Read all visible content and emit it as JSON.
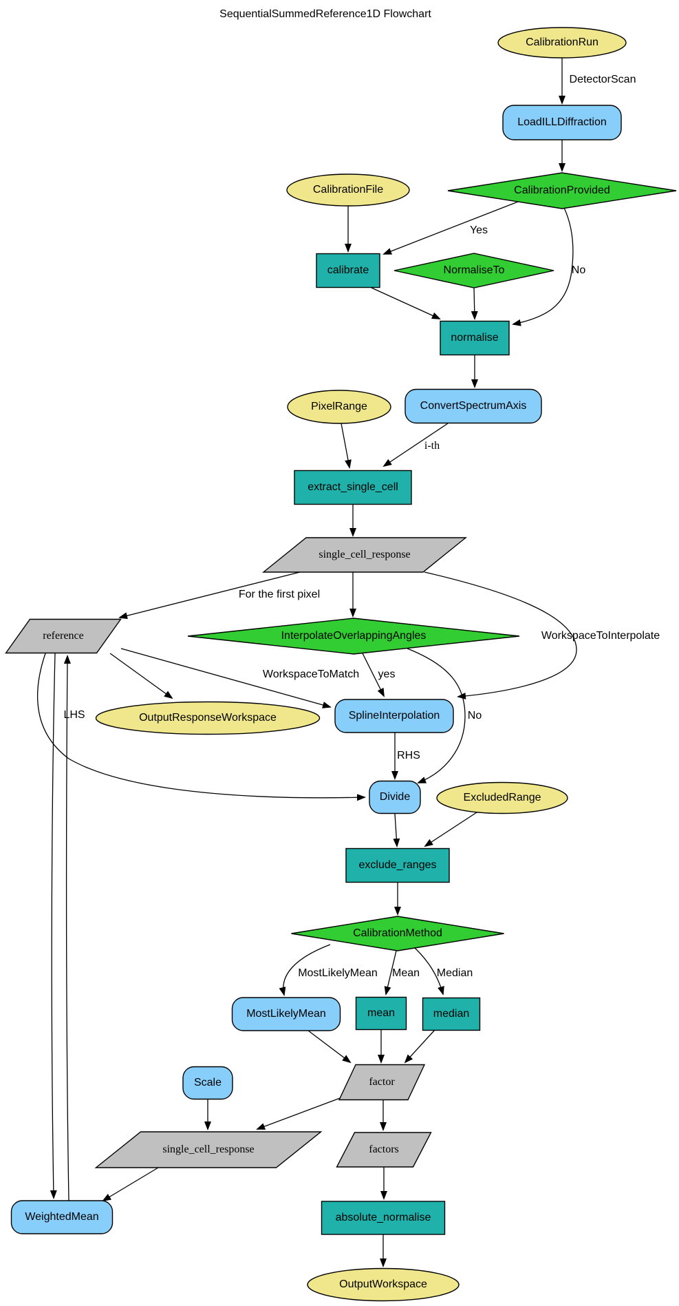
{
  "title": "SequentialSummedReference1D Flowchart",
  "colors": {
    "parameter_fill": "#F0E68C",
    "algorithm_fill": "#87CEFA",
    "decision_fill": "#32CD32",
    "process_fill": "#20B2AA",
    "data_fill": "#C0C0C0",
    "stroke": "#000000",
    "background": "#FFFFFF"
  },
  "nodes": [
    {
      "id": "calibration_run",
      "label": "CalibrationRun",
      "type": "parameter"
    },
    {
      "id": "load_ill_diffraction",
      "label": "LoadILLDiffraction",
      "type": "algorithm"
    },
    {
      "id": "calibration_provided",
      "label": "CalibrationProvided",
      "type": "decision"
    },
    {
      "id": "calibration_file",
      "label": "CalibrationFile",
      "type": "parameter"
    },
    {
      "id": "calibrate",
      "label": "calibrate",
      "type": "process"
    },
    {
      "id": "normalise_to",
      "label": "NormaliseTo",
      "type": "decision"
    },
    {
      "id": "normalise",
      "label": "normalise",
      "type": "process"
    },
    {
      "id": "pixel_range",
      "label": "PixelRange",
      "type": "parameter"
    },
    {
      "id": "convert_spectrum_axis",
      "label": "ConvertSpectrumAxis",
      "type": "algorithm"
    },
    {
      "id": "extract_single_cell",
      "label": "extract_single_cell",
      "type": "process"
    },
    {
      "id": "single_cell_response_1",
      "label": "single_cell_response",
      "type": "data"
    },
    {
      "id": "reference",
      "label": "reference",
      "type": "data"
    },
    {
      "id": "interpolate_overlapping_angles",
      "label": "InterpolateOverlappingAngles",
      "type": "decision"
    },
    {
      "id": "output_response_workspace",
      "label": "OutputResponseWorkspace",
      "type": "parameter"
    },
    {
      "id": "spline_interpolation",
      "label": "SplineInterpolation",
      "type": "algorithm"
    },
    {
      "id": "divide",
      "label": "Divide",
      "type": "algorithm"
    },
    {
      "id": "excluded_range",
      "label": "ExcludedRange",
      "type": "parameter"
    },
    {
      "id": "exclude_ranges",
      "label": "exclude_ranges",
      "type": "process"
    },
    {
      "id": "calibration_method",
      "label": "CalibrationMethod",
      "type": "decision"
    },
    {
      "id": "most_likely_mean",
      "label": "MostLikelyMean",
      "type": "algorithm"
    },
    {
      "id": "mean",
      "label": "mean",
      "type": "process"
    },
    {
      "id": "median",
      "label": "median",
      "type": "process"
    },
    {
      "id": "factor",
      "label": "factor",
      "type": "data"
    },
    {
      "id": "scale",
      "label": "Scale",
      "type": "algorithm"
    },
    {
      "id": "single_cell_response_2",
      "label": "single_cell_response",
      "type": "data"
    },
    {
      "id": "factors",
      "label": "factors",
      "type": "data"
    },
    {
      "id": "weighted_mean",
      "label": "WeightedMean",
      "type": "algorithm"
    },
    {
      "id": "absolute_normalise",
      "label": "absolute_normalise",
      "type": "process"
    },
    {
      "id": "output_workspace",
      "label": "OutputWorkspace",
      "type": "parameter"
    }
  ],
  "edges": [
    {
      "from": "calibration_run",
      "to": "load_ill_diffraction",
      "label": "DetectorScan"
    },
    {
      "from": "load_ill_diffraction",
      "to": "calibration_provided"
    },
    {
      "from": "calibration_provided",
      "to": "calibrate",
      "label": "Yes"
    },
    {
      "from": "calibration_provided",
      "to": "normalise",
      "label": "No"
    },
    {
      "from": "calibration_file",
      "to": "calibrate"
    },
    {
      "from": "calibrate",
      "to": "normalise"
    },
    {
      "from": "normalise_to",
      "to": "normalise"
    },
    {
      "from": "normalise",
      "to": "convert_spectrum_axis"
    },
    {
      "from": "convert_spectrum_axis",
      "to": "extract_single_cell",
      "label": "i-th"
    },
    {
      "from": "pixel_range",
      "to": "extract_single_cell"
    },
    {
      "from": "extract_single_cell",
      "to": "single_cell_response_1"
    },
    {
      "from": "single_cell_response_1",
      "to": "reference",
      "label": "For the first pixel"
    },
    {
      "from": "single_cell_response_1",
      "to": "interpolate_overlapping_angles"
    },
    {
      "from": "single_cell_response_1",
      "to": "spline_interpolation",
      "label": "WorkspaceToInterpolate"
    },
    {
      "from": "reference",
      "to": "weighted_mean"
    },
    {
      "from": "weighted_mean",
      "to": "reference"
    },
    {
      "from": "reference",
      "to": "output_response_workspace"
    },
    {
      "from": "reference",
      "to": "spline_interpolation",
      "label": "WorkspaceToMatch"
    },
    {
      "from": "reference",
      "to": "divide",
      "label": "LHS"
    },
    {
      "from": "interpolate_overlapping_angles",
      "to": "spline_interpolation",
      "label": "yes"
    },
    {
      "from": "interpolate_overlapping_angles",
      "to": "divide",
      "label": "No"
    },
    {
      "from": "spline_interpolation",
      "to": "divide",
      "label": "RHS"
    },
    {
      "from": "excluded_range",
      "to": "exclude_ranges"
    },
    {
      "from": "divide",
      "to": "exclude_ranges"
    },
    {
      "from": "exclude_ranges",
      "to": "calibration_method"
    },
    {
      "from": "calibration_method",
      "to": "most_likely_mean",
      "label": "MostLikelyMean"
    },
    {
      "from": "calibration_method",
      "to": "mean",
      "label": "Mean"
    },
    {
      "from": "calibration_method",
      "to": "median",
      "label": "Median"
    },
    {
      "from": "most_likely_mean",
      "to": "factor"
    },
    {
      "from": "mean",
      "to": "factor"
    },
    {
      "from": "median",
      "to": "factor"
    },
    {
      "from": "factor",
      "to": "factors"
    },
    {
      "from": "factor",
      "to": "single_cell_response_2"
    },
    {
      "from": "scale",
      "to": "single_cell_response_2"
    },
    {
      "from": "single_cell_response_2",
      "to": "weighted_mean"
    },
    {
      "from": "factors",
      "to": "absolute_normalise"
    },
    {
      "from": "absolute_normalise",
      "to": "output_workspace"
    }
  ]
}
